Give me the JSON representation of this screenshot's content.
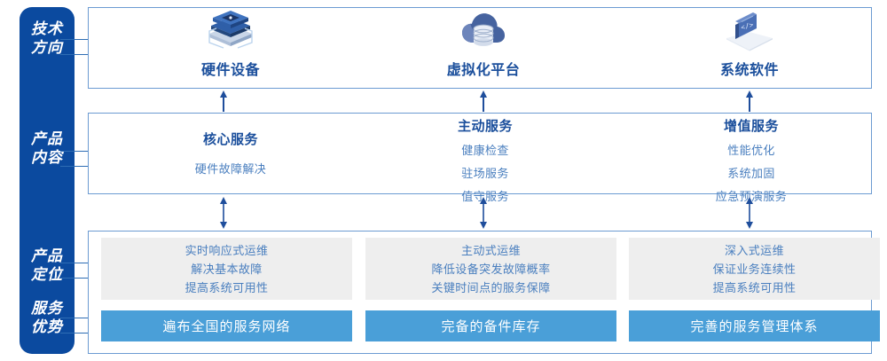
{
  "rail": {
    "items": [
      {
        "label": "技术\n方向",
        "name": "technology-direction"
      },
      {
        "label": "产品\n内容",
        "name": "product-content"
      },
      {
        "label": "产品\n定位",
        "name": "product-positioning"
      },
      {
        "label": "服务\n优势",
        "name": "service-advantage"
      }
    ],
    "color": "#0b4a9f"
  },
  "technology": {
    "columns": [
      {
        "title": "硬件设备",
        "icon": "server-stack-icon"
      },
      {
        "title": "虚拟化平台",
        "icon": "cloud-database-icon"
      },
      {
        "title": "系统软件",
        "icon": "laptop-code-icon"
      }
    ]
  },
  "product": {
    "columns": [
      {
        "title": "核心服务",
        "items": [
          "硬件故障解决"
        ]
      },
      {
        "title": "主动服务",
        "items": [
          "健康检查",
          "驻场服务",
          "值守服务"
        ]
      },
      {
        "title": "增值服务",
        "items": [
          "性能优化",
          "系统加固",
          "应急预演服务"
        ]
      }
    ]
  },
  "positioning": {
    "cards": [
      {
        "lines": [
          "实时响应式运维",
          "解决基本故障",
          "提高系统可用性"
        ]
      },
      {
        "lines": [
          "主动式运维",
          "降低设备突发故障概率",
          "关键时间点的服务保障"
        ]
      },
      {
        "lines": [
          "深入式运维",
          "保证业务连续性",
          "提高系统可用性"
        ]
      }
    ]
  },
  "advantages": {
    "bars": [
      {
        "label": "遍布全国的服务网络"
      },
      {
        "label": "完备的备件库存"
      },
      {
        "label": "完善的服务管理体系"
      }
    ],
    "color": "#4a9fd8"
  },
  "colors": {
    "rail": "#0b4a9f",
    "panel_border": "#6c9bd2",
    "title": "#1b4f9c",
    "body_text": "#4a7fbf",
    "card_bg": "#eeeeee",
    "bar": "#4a9fd8",
    "arrow": "#1f4e9c"
  }
}
